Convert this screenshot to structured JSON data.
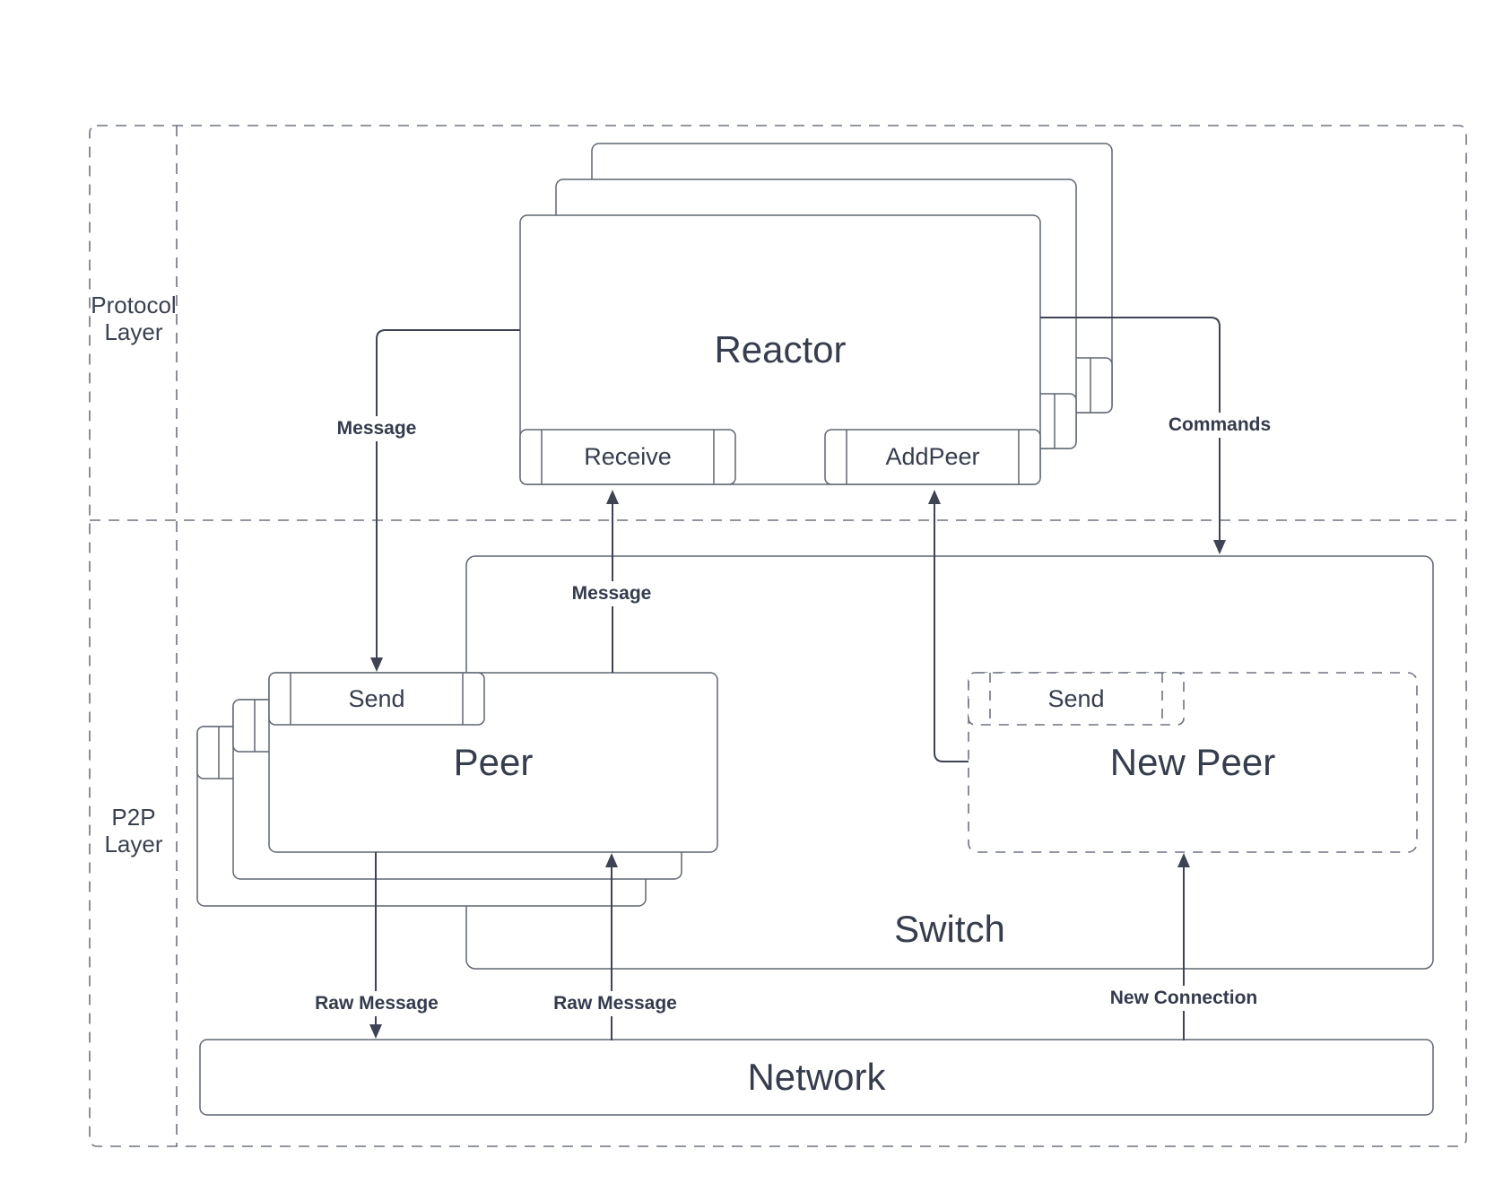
{
  "layer_labels": {
    "protocol": {
      "line1": "Protocol",
      "line2": "Layer"
    },
    "p2p": {
      "line1": "P2P",
      "line2": "Layer"
    }
  },
  "nodes": {
    "reactor": {
      "label": "Reactor",
      "receive_tab": "Receive",
      "addpeer_tab": "AddPeer"
    },
    "peer": {
      "label": "Peer",
      "send_tab": "Send"
    },
    "new_peer": {
      "label": "New Peer",
      "send_tab": "Send"
    },
    "switch_box": {
      "label": "Switch"
    },
    "network": {
      "label": "Network"
    }
  },
  "edge_labels": {
    "message_down": "Message",
    "message_up": "Message",
    "commands": "Commands",
    "raw_message_out": "Raw Message",
    "raw_message_in": "Raw Message",
    "new_connection": "New Connection"
  },
  "colors": {
    "box_stroke": "#5f6672",
    "dashed_stroke": "#6d7380",
    "arrow": "#3e4453",
    "text": "#363d4d",
    "background": "#ffffff"
  }
}
